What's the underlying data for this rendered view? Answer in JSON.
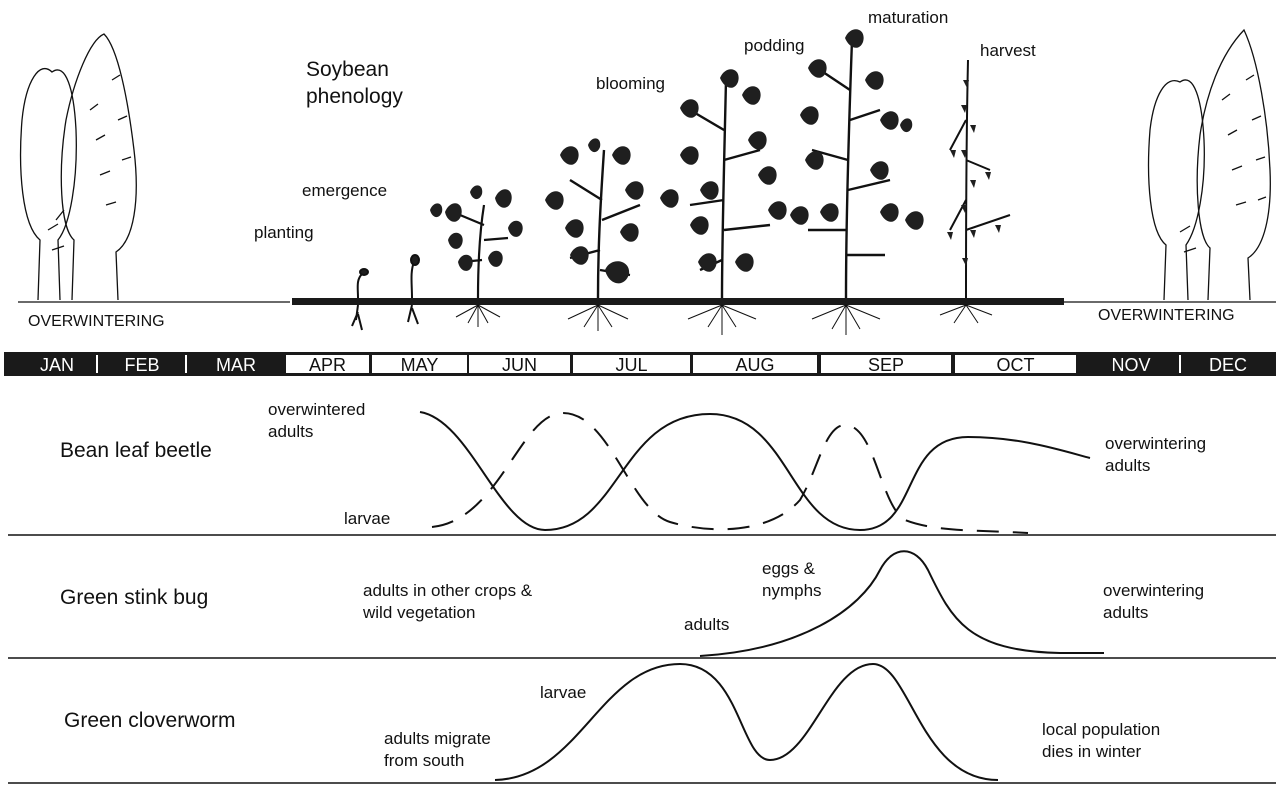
{
  "title": [
    "Soybean",
    "phenology"
  ],
  "stages": {
    "planting": "planting",
    "emergence": "emergence",
    "blooming": "blooming",
    "podding": "podding",
    "maturation": "maturation",
    "harvest": "harvest"
  },
  "overwintering_left": "OVERWINTERING",
  "overwintering_right": "OVERWINTERING",
  "months": [
    "JAN",
    "FEB",
    "MAR",
    "APR",
    "MAY",
    "JUN",
    "JUL",
    "AUG",
    "SEP",
    "OCT",
    "NOV",
    "DEC"
  ],
  "pests": {
    "bean_leaf_beetle": {
      "name": "Bean leaf beetle",
      "overwintered_adults": [
        "overwintered",
        "adults"
      ],
      "larvae": "larvae",
      "overwintering_adults": [
        "overwintering",
        "adults"
      ]
    },
    "green_stink_bug": {
      "name": "Green stink bug",
      "adults_other_crops": [
        "adults in other crops &",
        "wild vegetation"
      ],
      "eggs_nymphs": [
        "eggs &",
        "nymphs"
      ],
      "adults": "adults",
      "overwintering_adults": [
        "overwintering",
        "adults"
      ]
    },
    "green_cloverworm": {
      "name": "Green cloverworm",
      "larvae": "larvae",
      "adults_migrate": [
        "adults migrate",
        "from south"
      ],
      "local_population": [
        "local population",
        "dies in winter"
      ]
    }
  },
  "colors": {
    "ink": "#111111",
    "band": "#1a1a1a",
    "foliage": "#1f1f1f",
    "paper": "#ffffff"
  }
}
